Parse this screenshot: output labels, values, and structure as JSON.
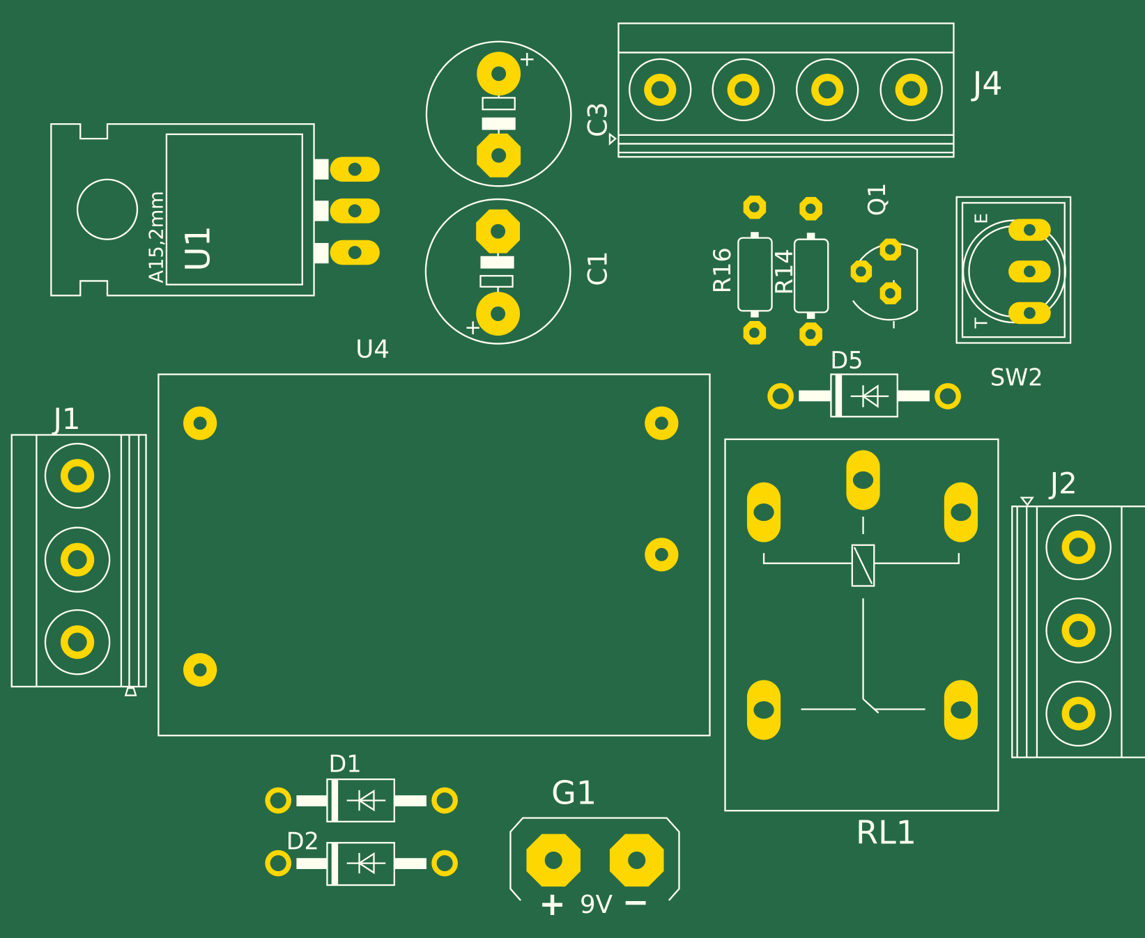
{
  "board": {
    "title": "PCB layout view",
    "colors": {
      "board": "#266947",
      "silkscreen": "#FFFFF0",
      "copper_pad": "#FFD700"
    }
  },
  "components": {
    "U1": {
      "designator": "U1",
      "value": "A15,2mm",
      "type": "TO-220 voltage regulator",
      "pins": 3
    },
    "C3": {
      "designator": "C3",
      "type": "electrolytic capacitor",
      "polarity_mark": "+",
      "pins": 2
    },
    "C1": {
      "designator": "C1",
      "type": "electrolytic capacitor",
      "polarity_mark": "+",
      "pins": 2
    },
    "J4": {
      "designator": "J4",
      "type": "screw terminal",
      "pins": 4
    },
    "R16": {
      "designator": "R16",
      "type": "resistor",
      "pins": 2
    },
    "R14": {
      "designator": "R14",
      "type": "resistor",
      "pins": 2
    },
    "Q1": {
      "designator": "Q1",
      "type": "transistor TO-92",
      "pins": 3
    },
    "SW2": {
      "designator": "SW2",
      "type": "switch",
      "pins": 3,
      "marks": [
        "E",
        "T"
      ]
    },
    "U4": {
      "designator": "U4",
      "type": "module",
      "pins": 4
    },
    "D5": {
      "designator": "D5",
      "type": "diode",
      "pins": 2
    },
    "J1": {
      "designator": "J1",
      "type": "screw terminal",
      "pins": 3
    },
    "J2": {
      "designator": "J2",
      "type": "screw terminal",
      "pins": 3
    },
    "RL1": {
      "designator": "RL1",
      "type": "relay",
      "pins": 5
    },
    "D1": {
      "designator": "D1",
      "type": "diode",
      "pins": 2
    },
    "D2": {
      "designator": "D2",
      "type": "diode",
      "pins": 2
    },
    "G1": {
      "designator": "G1",
      "type": "9V battery connector",
      "value": "9V",
      "plus": "+",
      "minus": "−",
      "pins": 2
    }
  }
}
